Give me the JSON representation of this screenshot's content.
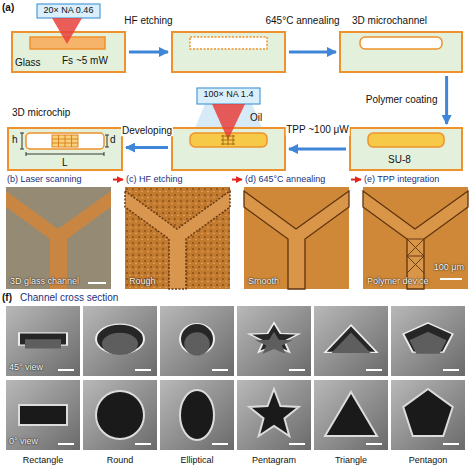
{
  "diagram": {
    "nodes": [
      {
        "text": [
          "20× NA 0.46",
          "Glass",
          "Fs ~5 mW"
        ]
      },
      {
        "text": []
      },
      {
        "text": [
          "3D microchannel"
        ]
      },
      {
        "text": [
          "SU-8"
        ]
      },
      {
        "text": [
          "100× NA 1.4",
          "Oil"
        ]
      },
      {
        "text": [
          "3D microchip",
          "h",
          "d",
          "L"
        ]
      },
      {
        "text": [
          "(b) Laser scanning",
          "3D glass channel"
        ]
      },
      {
        "text": [
          "(c) HF etching",
          "Rough"
        ]
      },
      {
        "text": [
          "(d) 645°C annealing",
          "Smooth"
        ]
      },
      {
        "text": [
          "(e) TPP integration",
          "Polymer device",
          "100 μm"
        ]
      }
    ],
    "edges": [
      {
        "from": 0,
        "to": 1,
        "label": "HF etching",
        "arrow": "to"
      },
      {
        "from": 1,
        "to": 2,
        "label": "645°C annealing",
        "arrow": "to"
      },
      {
        "from": 2,
        "to": 3,
        "label": "Polymer coating",
        "arrow": "to"
      },
      {
        "from": 3,
        "to": 4,
        "label": "TPP ~100 μW",
        "arrow": "to"
      },
      {
        "from": 4,
        "to": 5,
        "label": "Developing",
        "arrow": "to"
      },
      {
        "from": 6,
        "to": 7,
        "arrow": "to"
      },
      {
        "from": 7,
        "to": 8,
        "arrow": "to"
      },
      {
        "from": 8,
        "to": 9,
        "arrow": "to"
      }
    ],
    "labels": [
      "(a)",
      "(f)",
      "Channel cross section",
      "45° view",
      "0° view",
      "Rectangle",
      "Round",
      "Elliptical",
      "Pentagram",
      "Triangle",
      "Pentagon"
    ]
  }
}
